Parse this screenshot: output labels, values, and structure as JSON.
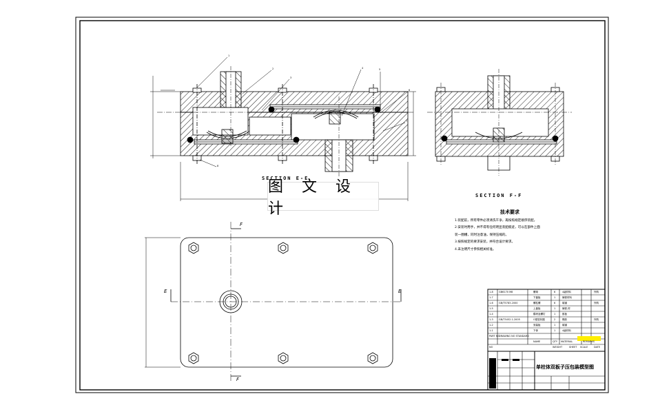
{
  "section_ee": "SECTION E-E",
  "section_ff": "SECTION F-F",
  "watermark": "图 文 设 计",
  "tech_notes": {
    "title": "技术要求",
    "lines": [
      "1.装配前，所有零件必须清洗干净，再按照规定顺序装配。",
      "2.安装时用手，并不得有任何明显装配痕迹，可以在部件上面",
      "  装一圈槽，同时注意油，保持压缩的。",
      "3.按照规定的要求安装，并符合设计要求。",
      "4.未注明尺寸参照相关标准。"
    ]
  },
  "title_block": {
    "drawing_name": "单柱体双板子压包装模型图",
    "bom_rows": [
      {
        "no": "1-8",
        "code": "GB6170 M8",
        "name": "螺母",
        "qty": "6",
        "material": "4级材料",
        "note": "外购"
      },
      {
        "no": "1-7",
        "code": "",
        "name": "下盖板",
        "qty": "1",
        "material": "铸铁材料",
        "note": ""
      },
      {
        "no": "1-6",
        "code": "GB/T5783-2000",
        "name": "螺柱螺",
        "qty": "6",
        "material": "碳钢",
        "note": "外购"
      },
      {
        "no": "1-5",
        "code": "",
        "name": "上盖板",
        "qty": "1",
        "material": "铸铁,材",
        "note": ""
      },
      {
        "no": "1-4",
        "code": "",
        "name": "模块及螺钉",
        "qty": "1",
        "material": "胶板",
        "note": ""
      },
      {
        "no": "1-3",
        "code": "GB/T3452.1-2005",
        "name": "O型密封圈",
        "qty": "2",
        "material": "橡胶",
        "note": "外购"
      },
      {
        "no": "1-2",
        "code": "",
        "name": "安装板",
        "qty": "1",
        "material": "碳钢",
        "note": ""
      },
      {
        "no": "1-1",
        "code": "",
        "name": "下体",
        "qty": "1",
        "material": "4级材料",
        "note": ""
      }
    ],
    "header_labels": [
      "PART NO",
      "DRAWING NO STANDARD",
      "NAME",
      "QTY",
      "MATERIAL",
      "REMARKS"
    ],
    "mid_labels": [
      "NO",
      "SHEET",
      "SCALE",
      "WEIGHT",
      "DATE"
    ]
  },
  "callouts": [
    "1",
    "2",
    "3",
    "4",
    "5",
    "6",
    "7",
    "8"
  ],
  "section_marks": [
    "F",
    "F",
    "E",
    "E"
  ]
}
